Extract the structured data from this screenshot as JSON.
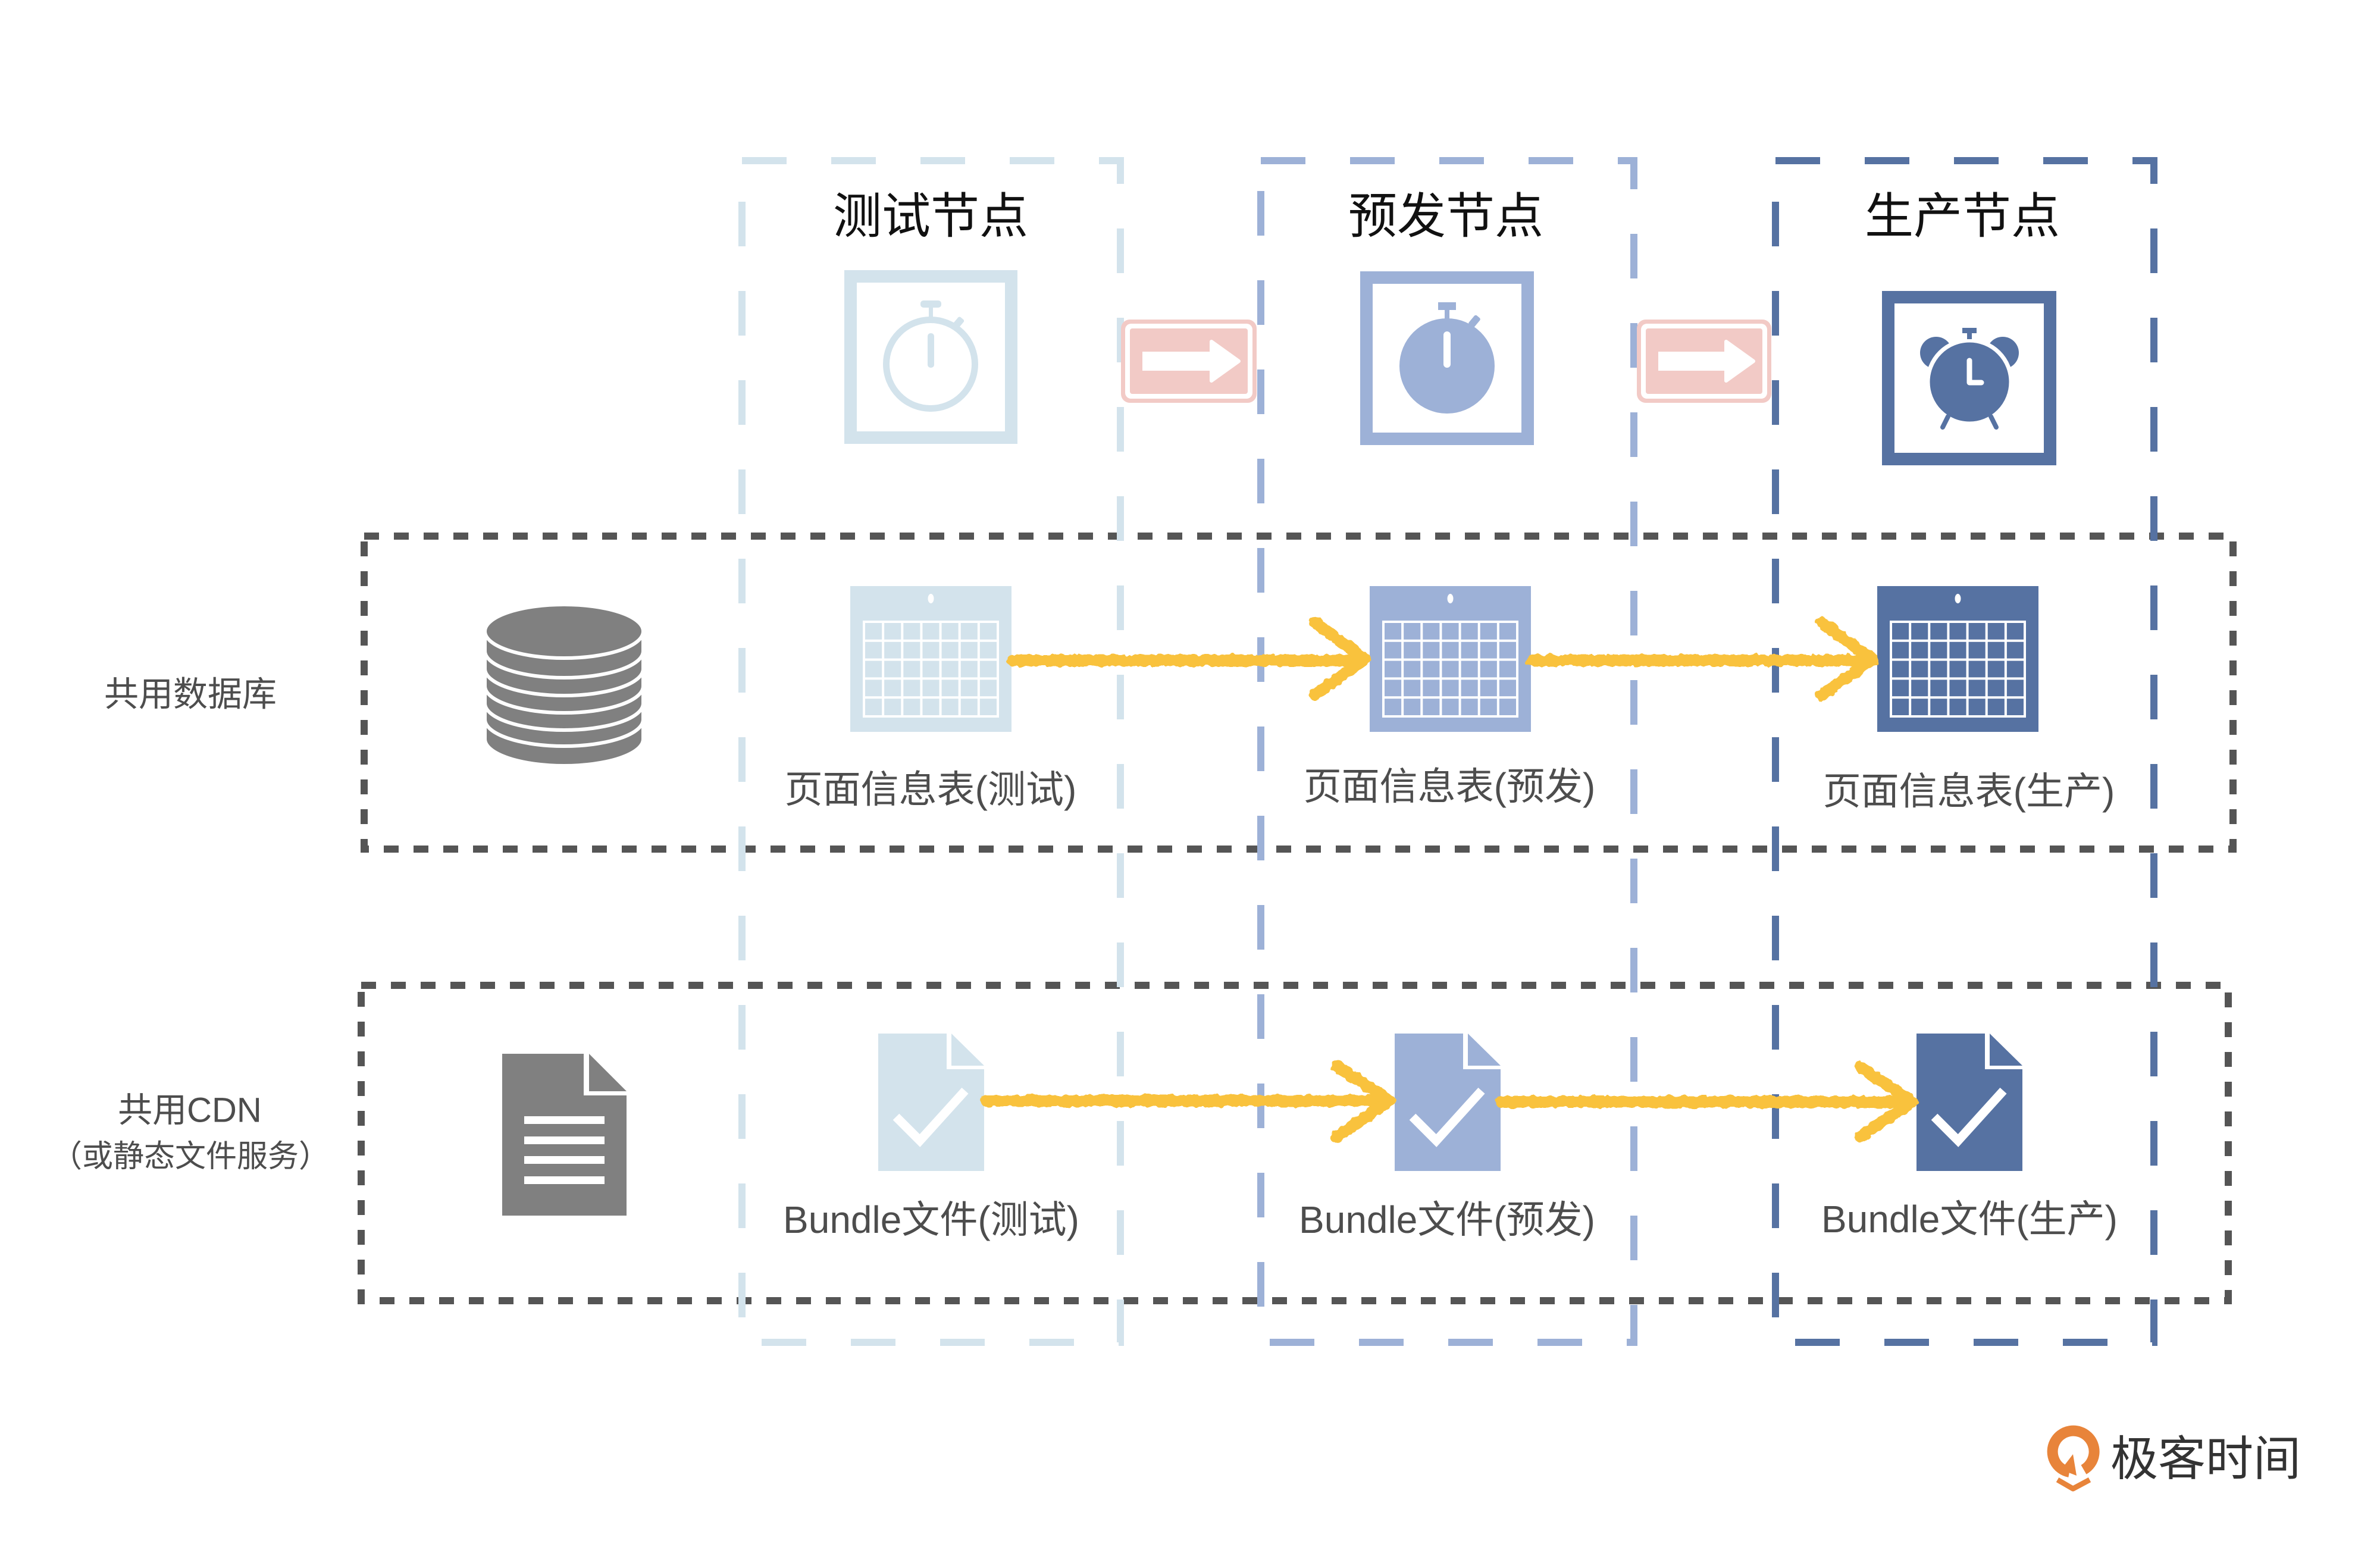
{
  "colors": {
    "test": "#d3e3ec",
    "staging": "#9db1d7",
    "production": "#5672a2",
    "shared_border": "#555555",
    "shared_icon": "#808080",
    "data_flow": "#f9c23c",
    "promotion": "#f2cac6",
    "brand_orange": "#e8843a"
  },
  "environments": [
    {
      "key": "test",
      "title": "测试节点",
      "node_icon": "stopwatch-outline-icon",
      "table_icon": "calendar-table-icon",
      "table_label": "页面信息表(测试)",
      "bundle_icon": "file-check-icon",
      "bundle_label": "Bundle文件(测试)"
    },
    {
      "key": "staging",
      "title": "预发节点",
      "node_icon": "stopwatch-filled-icon",
      "table_icon": "calendar-table-icon",
      "table_label": "页面信息表(预发)",
      "bundle_icon": "file-check-icon",
      "bundle_label": "Bundle文件(预发)"
    },
    {
      "key": "production",
      "title": "生产节点",
      "node_icon": "alarm-clock-icon",
      "table_icon": "calendar-table-icon",
      "table_label": "页面信息表(生产)",
      "bundle_icon": "file-check-icon",
      "bundle_label": "Bundle文件(生产)"
    }
  ],
  "promotions": [
    {
      "from": "测试节点",
      "to": "预发节点",
      "icon": "arrow-right-sign-icon"
    },
    {
      "from": "预发节点",
      "to": "生产节点",
      "icon": "arrow-right-sign-icon"
    }
  ],
  "shared": {
    "database": {
      "label": "共用数据库",
      "icon": "database-icon"
    },
    "cdn": {
      "label": "共用CDN",
      "sublabel": "（或静态文件服务）",
      "icon": "document-icon"
    }
  },
  "data_flow_icon": "crayon-arrow-right-icon",
  "brand": {
    "name": "极客时间",
    "icon": "geektime-logo-icon"
  }
}
